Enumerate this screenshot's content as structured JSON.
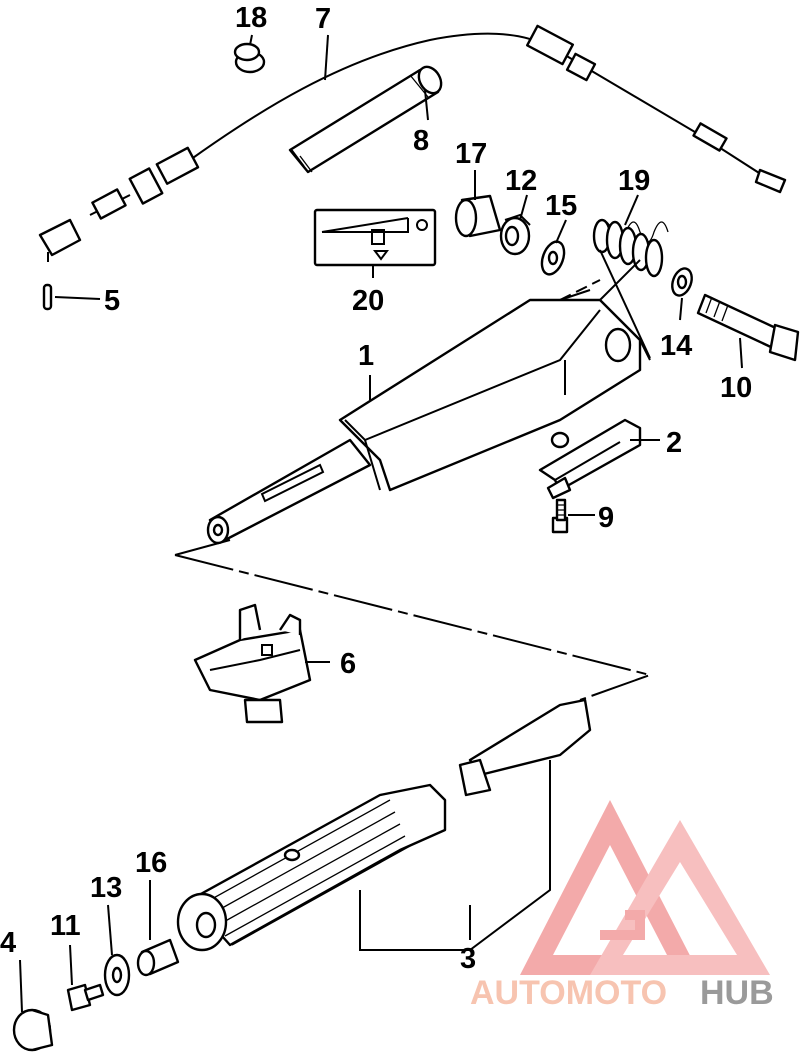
{
  "callouts": [
    {
      "id": "1",
      "text": "1"
    },
    {
      "id": "2",
      "text": "2"
    },
    {
      "id": "3",
      "text": "3"
    },
    {
      "id": "4",
      "text": "4"
    },
    {
      "id": "5",
      "text": "5"
    },
    {
      "id": "6",
      "text": "6"
    },
    {
      "id": "7",
      "text": "7"
    },
    {
      "id": "8",
      "text": "8"
    },
    {
      "id": "9",
      "text": "9"
    },
    {
      "id": "10",
      "text": "10"
    },
    {
      "id": "11",
      "text": "11"
    },
    {
      "id": "12",
      "text": "12"
    },
    {
      "id": "13",
      "text": "13"
    },
    {
      "id": "14",
      "text": "14"
    },
    {
      "id": "15",
      "text": "15"
    },
    {
      "id": "16",
      "text": "16"
    },
    {
      "id": "17",
      "text": "17"
    },
    {
      "id": "18",
      "text": "18"
    },
    {
      "id": "19",
      "text": "19"
    },
    {
      "id": "20",
      "text": "20"
    }
  ],
  "watermark": {
    "part1": "AUTOMOTO",
    "part2": "HUB",
    "color1": "#f7c4b0",
    "color2": "#9a9a9a",
    "logo_color": "#f29c9c"
  }
}
